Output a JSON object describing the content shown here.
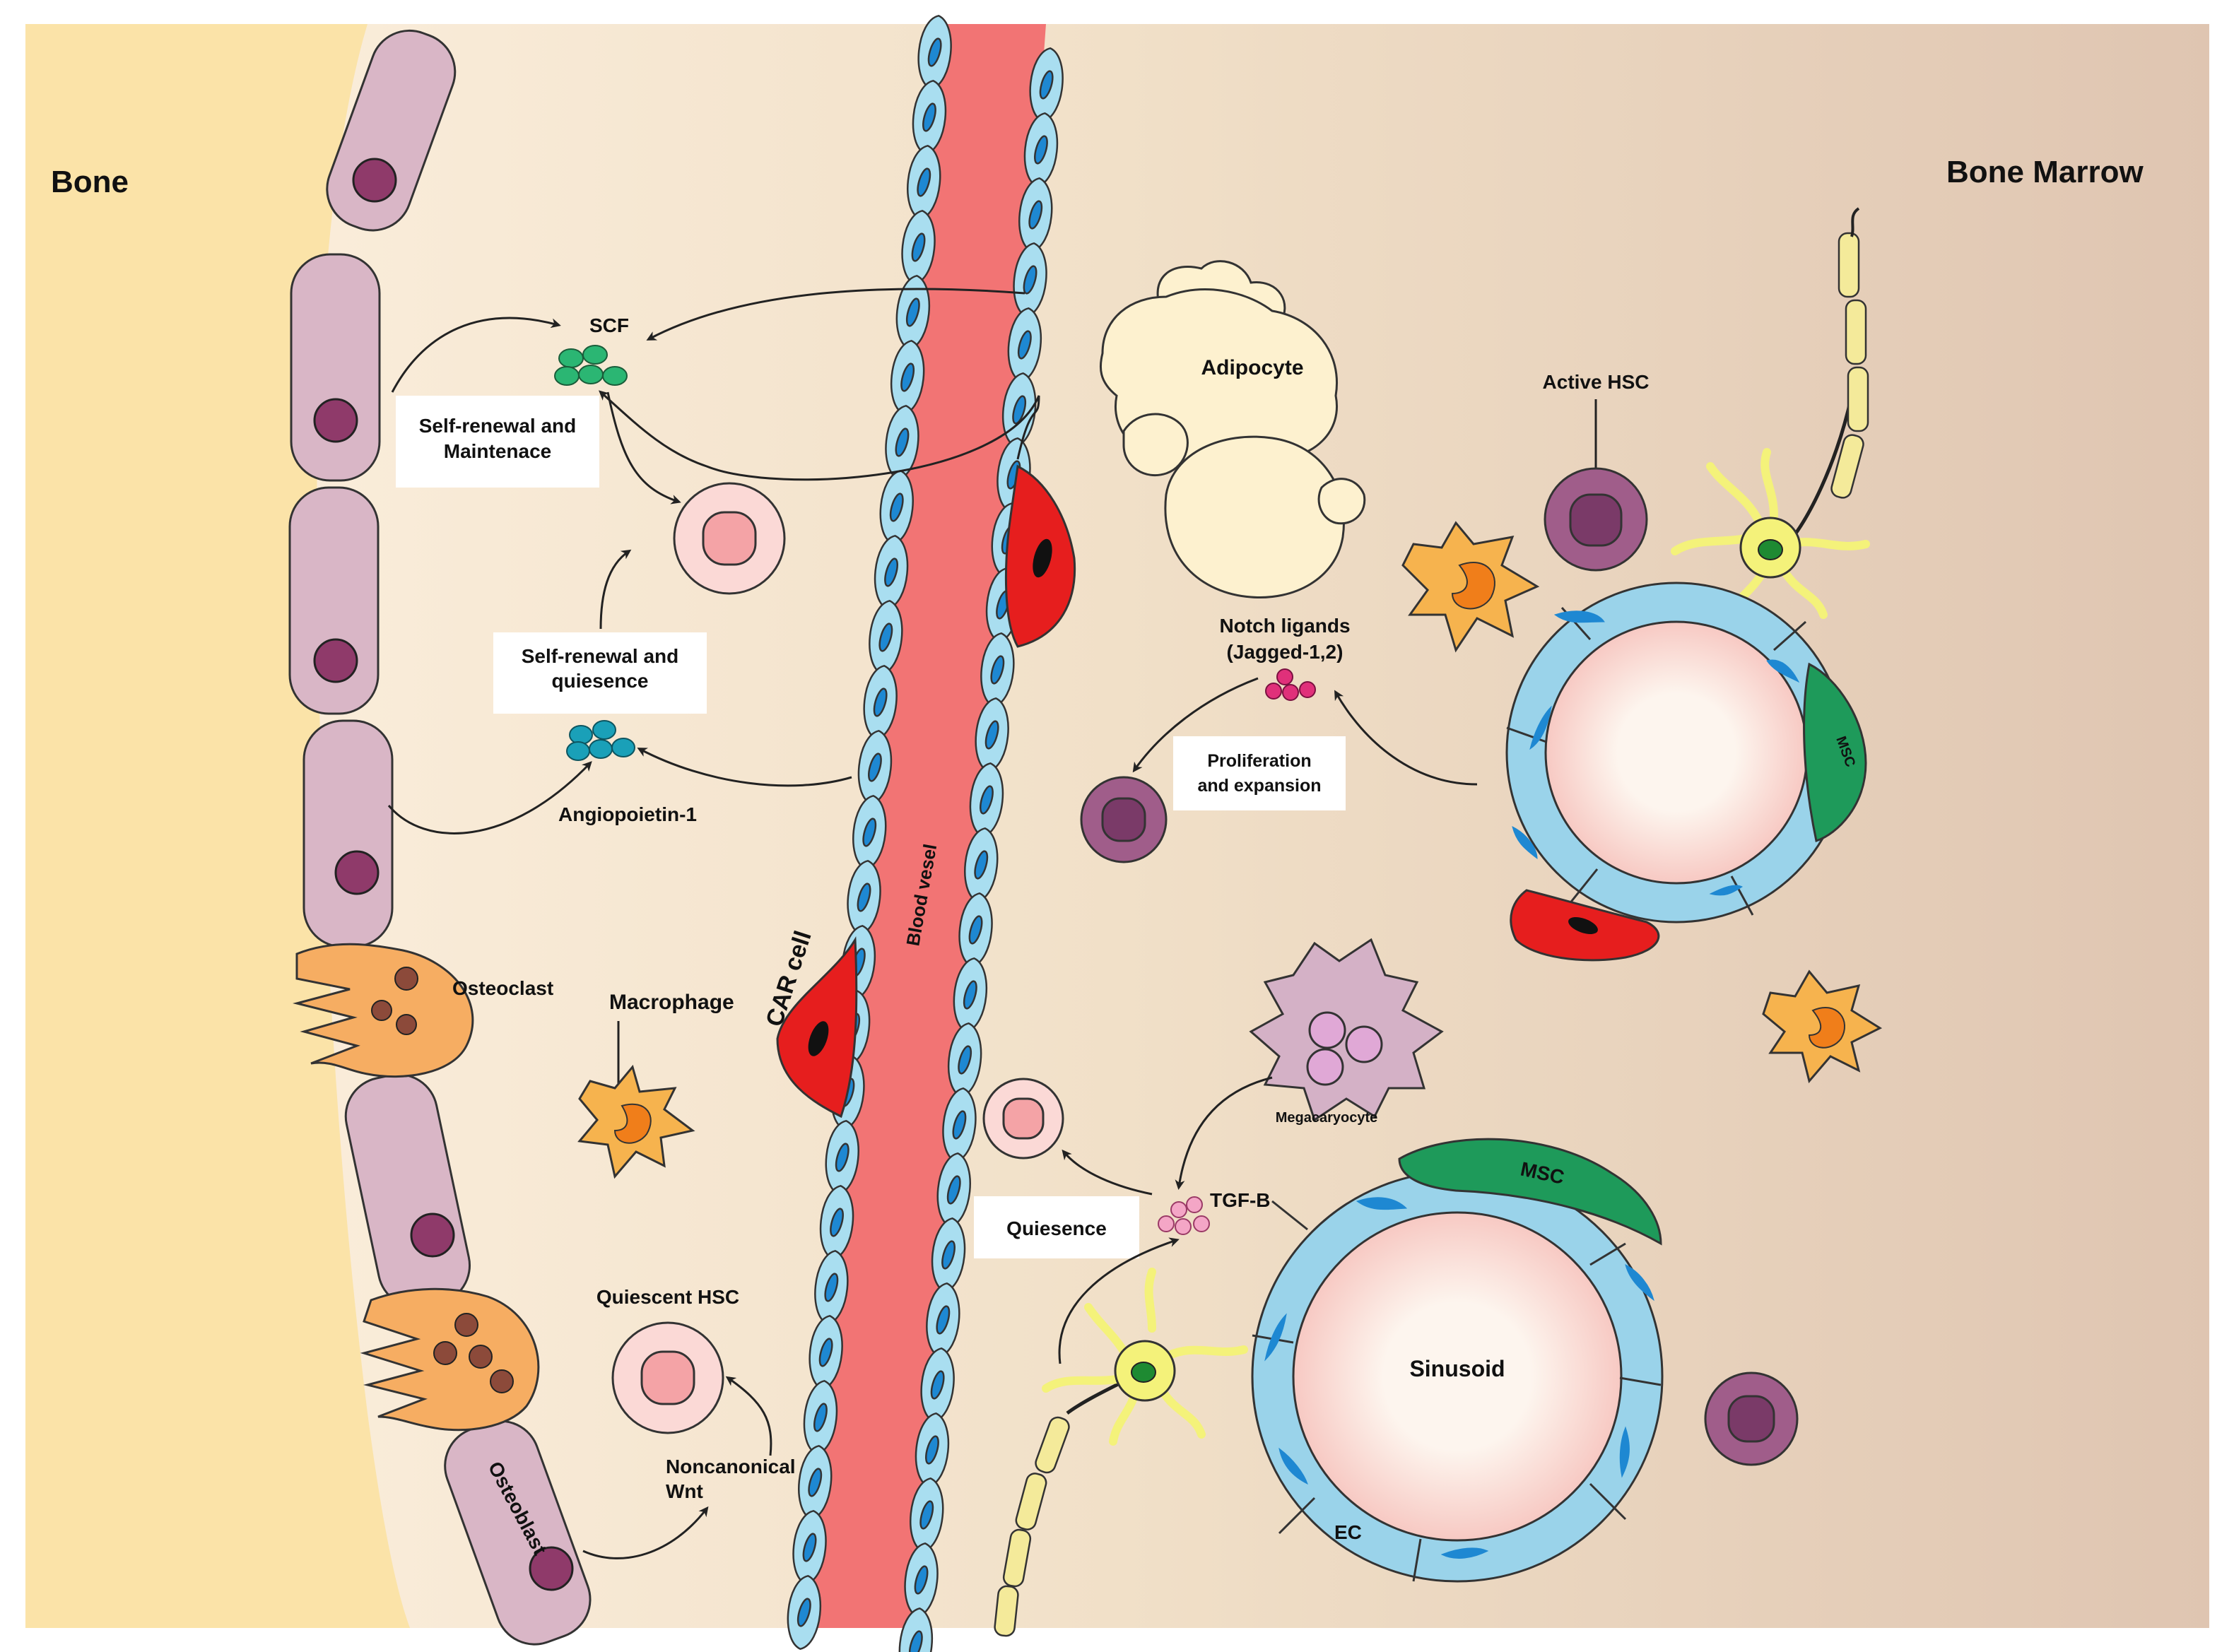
{
  "regions": {
    "bone": "Bone",
    "bone_marrow": "Bone Marrow"
  },
  "cells": {
    "adipocyte": "Adipocyte",
    "active_hsc": "Active HSC",
    "osteoclast": "Osteoclast",
    "macrophage": "Macrophage",
    "car_cell": "CAR cell",
    "blood_vessel": "Blood vesel",
    "megacaryocyte": "Megacaryocyte",
    "quiescent_hsc": "Quiescent HSC",
    "osteoblast": "Osteoblast",
    "msc": "MSC",
    "sinusoid": "Sinusoid",
    "ec": "EC"
  },
  "factors": {
    "scf": "SCF",
    "angiopoietin": "Angiopoietin-1",
    "notch_line1": "Notch ligands",
    "notch_line2": "(Jagged-1,2)",
    "tgf": "TGF-B",
    "wnt_line1": "Noncanonical",
    "wnt_line2": "Wnt"
  },
  "processes": {
    "self_renewal_maint_line1": "Self-renewal and",
    "self_renewal_maint_line2": "Maintenace",
    "self_renewal_quies_line1": "Self-renewal and",
    "self_renewal_quies_line2": "quiesence",
    "proliferation_line1": "Proliferation",
    "proliferation_line2": "and expansion",
    "quiesence": "Quiesence"
  },
  "colors": {
    "bone": "#fbe3a8",
    "marrow_left": "#fbebd4",
    "marrow_right": "#e2cab6",
    "osteoblast": "#d9b6c6",
    "nucleus": "#8f3a6a",
    "vessel": "#f27474",
    "endothelium": "#a9def0",
    "endo_nucleus": "#1e88d2",
    "car_cell": "#e61e1e",
    "msc": "#1e9a5a",
    "scf_dot": "#2bb673",
    "angio_dot": "#1aa0b8",
    "notch_dot": "#e0307a",
    "tgf_dot": "#f4a6c6",
    "quiescent_hsc": "#f9b9b9",
    "active_hsc": "#a05d8a",
    "macrophage": "#f6b34e",
    "adipocyte": "#fdf1cf",
    "neuron": "#f4f27a"
  }
}
